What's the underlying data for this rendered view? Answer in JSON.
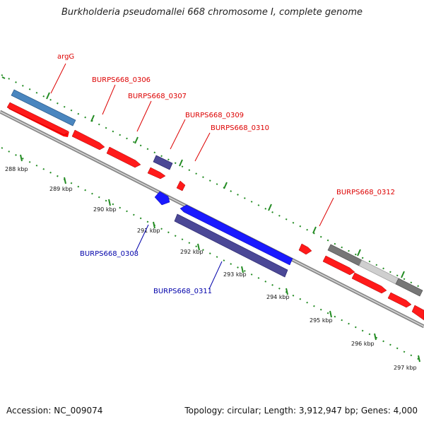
{
  "title": "Burkholderia pseudomallei 668 chromosome I, complete genome",
  "footer": {
    "accession": "Accession: NC_009074",
    "summary": "Topology: circular; Length: 3,912,947 bp; Genes: 4,000"
  },
  "colors": {
    "forward_gene": "#ff0000",
    "reverse_gene": "#0000ff",
    "label_forward": "#dd0000",
    "label_reverse": "#0000aa",
    "tick": "#228B22",
    "backbone": "#888888"
  },
  "tick_labels": [
    "288 kbp",
    "289 kbp",
    "290 kbp",
    "291 kbp",
    "292 kbp",
    "293 kbp",
    "294 kbp",
    "295 kbp",
    "296 kbp",
    "297 kbp"
  ],
  "gene_labels": [
    {
      "text": "argG",
      "strand": "forward"
    },
    {
      "text": "BURPS668_0306",
      "strand": "forward"
    },
    {
      "text": "BURPS668_0307",
      "strand": "forward"
    },
    {
      "text": "BURPS668_0309",
      "strand": "forward"
    },
    {
      "text": "BURPS668_0310",
      "strand": "forward"
    },
    {
      "text": "BURPS668_0312",
      "strand": "forward"
    },
    {
      "text": "BURPS668_0308",
      "strand": "reverse"
    },
    {
      "text": "BURPS668_0311",
      "strand": "reverse"
    }
  ]
}
